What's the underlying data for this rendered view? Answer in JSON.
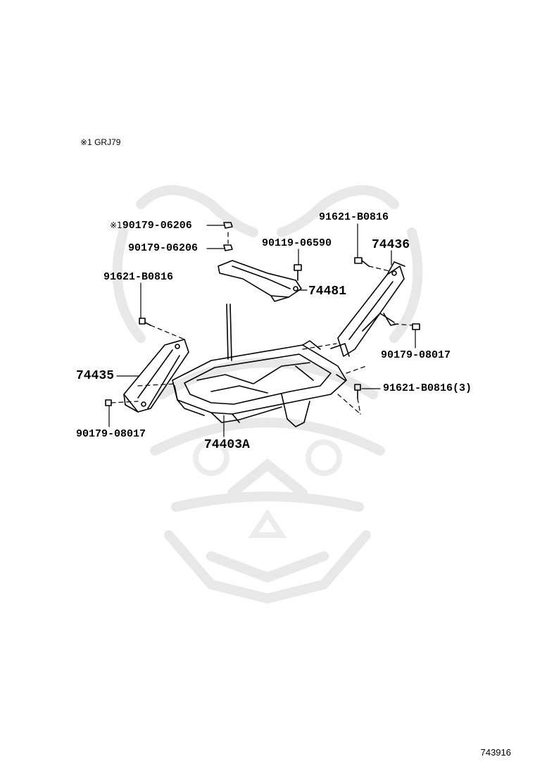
{
  "header_note": {
    "mark": "※1",
    "text": "GRJ79"
  },
  "diagram_id": "743916",
  "callouts": [
    {
      "key": "c1",
      "mark": "※1",
      "part": "90179-06206"
    },
    {
      "key": "c2",
      "mark": "",
      "part": "90179-06206"
    },
    {
      "key": "c3",
      "mark": "",
      "part": "90119-06590"
    },
    {
      "key": "c4",
      "mark": "",
      "part": "91621-B0816"
    },
    {
      "key": "c5",
      "mark": "",
      "part": "74436"
    },
    {
      "key": "c6",
      "mark": "",
      "part": "91621-B0816"
    },
    {
      "key": "c7",
      "mark": "",
      "part": "74481"
    },
    {
      "key": "c8",
      "mark": "",
      "part": "90179-08017"
    },
    {
      "key": "c9",
      "mark": "",
      "part": "74435"
    },
    {
      "key": "c10",
      "mark": "",
      "part": "91621-B0816(3)"
    },
    {
      "key": "c11",
      "mark": "",
      "part": "90179-08017"
    },
    {
      "key": "c12",
      "mark": "",
      "part": "74403A"
    }
  ],
  "colors": {
    "ink": "#000000",
    "watermark": "#e6e6e6",
    "paper": "#ffffff"
  }
}
